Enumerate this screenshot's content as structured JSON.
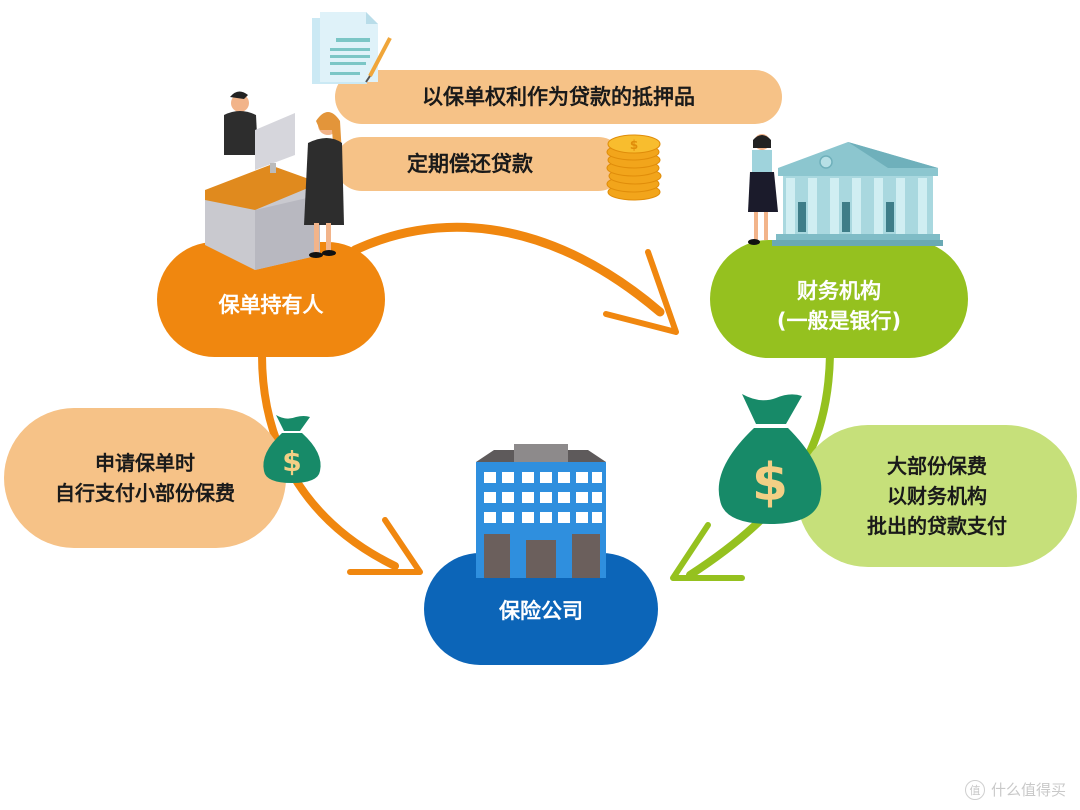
{
  "diagram": {
    "colors": {
      "orange": "#f0870f",
      "orange_light": "#f6c287",
      "green": "#95c11f",
      "green_light": "#c6e07a",
      "blue": "#0c65b8",
      "money_bag": "#178a68",
      "dollar": "#f3cf85"
    },
    "nodes": {
      "policyholder": {
        "label": "保单持有人",
        "icon": "reception-desk-people-illustration"
      },
      "financial_institution": {
        "label": "财务机构\n(一般是银行)",
        "icon": "bank-building-illustration"
      },
      "insurance_company": {
        "label": "保险公司",
        "icon": "office-building-illustration"
      }
    },
    "flows": {
      "collateral": {
        "label": "以保单权利作为贷款的抵押品",
        "icon": "document-pen-icon"
      },
      "repay": {
        "label": "定期偿还贷款",
        "icon": "coin-stack-icon"
      },
      "self_pay": {
        "label": "申请保单时\n自行支付小部份保费",
        "icon": "money-bag-icon"
      },
      "loan_pay": {
        "label": "大部份保费\n以财务机构\n批出的贷款支付",
        "icon": "money-bag-icon"
      }
    },
    "arrows": [
      {
        "from": "policyholder",
        "to": "financial_institution",
        "color": "orange"
      },
      {
        "from": "policyholder",
        "to": "insurance_company",
        "color": "orange"
      },
      {
        "from": "financial_institution",
        "to": "insurance_company",
        "color": "green"
      }
    ],
    "dollar_symbol": "$"
  },
  "watermark": {
    "icon_char": "值",
    "text": "什么值得买"
  }
}
